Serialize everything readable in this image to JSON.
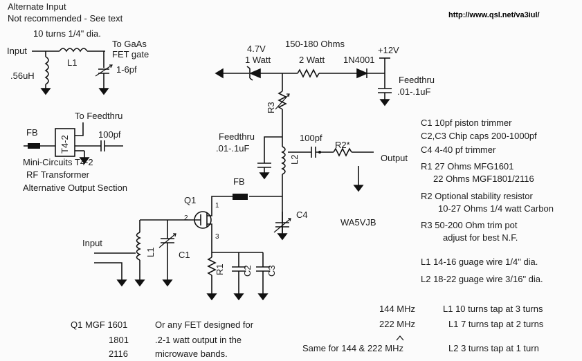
{
  "url": "http://www.qsl.net/va3iul/",
  "input_alt": {
    "title1": "Alternate Input",
    "title2": "Not recommended - See text",
    "coil": "10 turns 1/4\" dia.",
    "input": "Input",
    "l1": "L1",
    "to1": "To GaAs",
    "to2": "FET gate",
    "ind": ".56uH",
    "cap": "1-6pf"
  },
  "out_alt": {
    "to": "To Feedthru",
    "fb": "FB",
    "xf": "T4-2",
    "cap": "100pf",
    "l1": "Mini-Circuits T4-2",
    "l2": "RF  Transformer",
    "l3": "Alternative Output Section"
  },
  "main": {
    "z47": "4.7V",
    "w1": "1 Watt",
    "ohms": "150-180 Ohms",
    "w2": "2 Watt",
    "diode": "1N4001",
    "v12": "+12V",
    "ft1a": "Feedthru",
    "ft1b": ".01-.1uF",
    "r3": "R3",
    "ft2a": "Feedthru",
    "ft2b": ".01-.1uF",
    "c100": "100pf",
    "r2": "R2*",
    "l2": "L2",
    "output": "Output",
    "fb": "FB",
    "q1": "Q1",
    "p1": "1",
    "p2": "2",
    "p3": "3",
    "c4": "C4",
    "designer": "WA5VJB",
    "input": "Input",
    "l1": "L1",
    "c1": "C1",
    "r1": "R1",
    "c2": "C2",
    "c3": "C3"
  },
  "notes": [
    "C1 10pf piston trimmer",
    "C2,C3 Chip caps 200-1000pf",
    "C4 4-40 pf trimmer",
    "R1 27 Ohms MFG1601",
    "22 Ohms MGF1801/2116",
    "R2 Optional stability resistor",
    "10-27 Ohms 1/4 watt Carbon",
    "R3 50-200 Ohm trim pot",
    "adjust for best N.F.",
    "L1 14-16 guage wire  1/4\" dia.",
    "L2 18-22 guage wire  3/16\" dia."
  ],
  "table": {
    "f1": "144 MHz",
    "r1": "L1  10 turns  tap at 3 turns",
    "f2": "222 MHz",
    "r2": "L1   7 turns  tap at 2 turns",
    "f3": "Same for 144 & 222 MHz",
    "r3": "L2  3 turns tap at 1 turn"
  },
  "q1note": {
    "a1": "Q1   MGF 1601",
    "a2": "1801",
    "a3": "2116",
    "b1": "Or any FET designed for",
    "b2": ".2-1 watt output in the",
    "b3": "microwave bands."
  }
}
